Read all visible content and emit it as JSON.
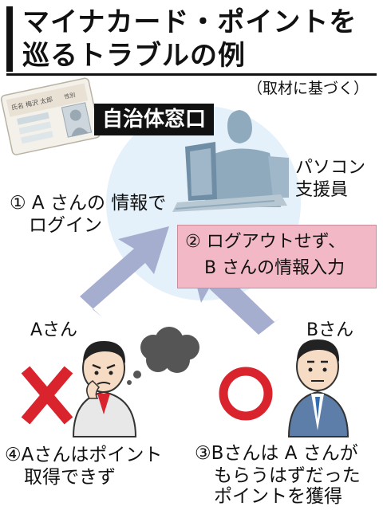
{
  "title": {
    "line1": "マイナカード・ポイントを",
    "line2": "巡るトラブルの例"
  },
  "source_note": "（取材に基づく）",
  "office_label": "自治体窓口",
  "card": {
    "name_text": "氏名 梅沢 太郎",
    "number_label": "性別"
  },
  "staff_label": {
    "line1": "パソコン",
    "line2": "支援員"
  },
  "step1": {
    "line1": "① A さんの 情報で",
    "line2": "ログイン"
  },
  "step2": {
    "line1": "② ログアウトせず、",
    "line2": "B さんの情報入力"
  },
  "person_a": {
    "label": "Aさん",
    "mark": "✕",
    "mark_color": "#d9232d"
  },
  "person_b": {
    "label": "Bさん",
    "mark": "○",
    "mark_color": "#d9232d"
  },
  "step4": {
    "line1": "④Aさんはポイント",
    "line2": "取得できず"
  },
  "step3": {
    "line1": "③Bさんは A さんが",
    "line2": "もらうはずだった",
    "line3": "ポイントを獲得"
  },
  "colors": {
    "circle": "#e4f0fa",
    "arrow": "#a6aed0",
    "pink_box": "#f2b8c6",
    "silhouette": "#8fa9bd"
  }
}
